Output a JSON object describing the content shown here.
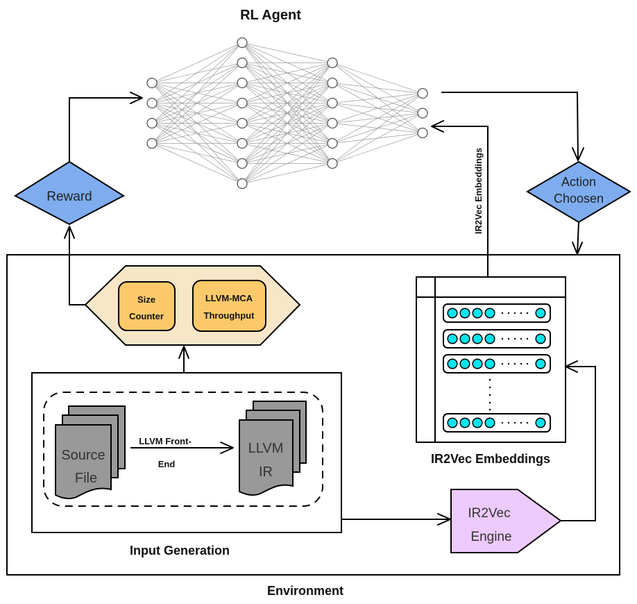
{
  "title": "RL Agent",
  "colors": {
    "decision_fill": "#7eacee",
    "hexagon_fill": "#f8e6c8",
    "metric_box_fill": "#fcc96a",
    "document_fill": "#999999",
    "engine_fill": "#edcafc",
    "embedding_dot": "#00e5ee",
    "nn_edge": "#9a9a9a"
  },
  "agent": {
    "label": "RL Agent",
    "layers": [
      4,
      8,
      6,
      3
    ]
  },
  "reward": {
    "label": "Reward"
  },
  "action": {
    "line1": "Action",
    "line2": "Choosen"
  },
  "embeddings_edge_label": "IR2Vec Embeddings",
  "environment": {
    "label": "Environment",
    "metrics": [
      {
        "line1": "Size",
        "line2": "Counter"
      },
      {
        "line1": "LLVM-MCA",
        "line2": "Throughput"
      }
    ],
    "input_generation": {
      "label": "Input Generation",
      "source": {
        "line1": "Source",
        "line2": "File"
      },
      "frontend": {
        "line1": "LLVM Front-",
        "line2": "End"
      },
      "ir": {
        "line1": "LLVM",
        "line2": "IR"
      }
    },
    "embeddings": {
      "label": "IR2Vec Embeddings",
      "rows_shown": 4
    },
    "engine": {
      "line1": "IR2Vec",
      "line2": "Engine"
    }
  }
}
